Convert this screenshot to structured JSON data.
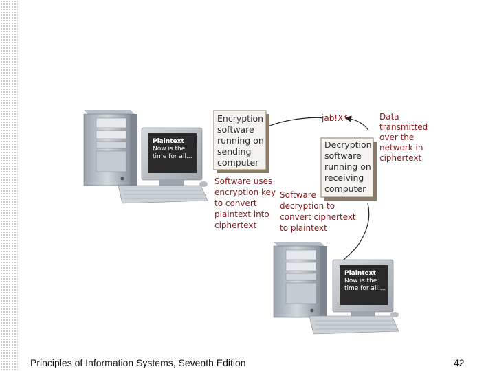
{
  "screen_top": {
    "title": "Plaintext",
    "lines": [
      "Now is the",
      "time for all..."
    ]
  },
  "screen_bottom": {
    "title": "Plaintext",
    "lines": [
      "Now is the",
      "time for all...."
    ]
  },
  "encryption_box": {
    "lines": [
      "Encryption",
      "software",
      "running on",
      "sending",
      "computer"
    ]
  },
  "decryption_box": {
    "lines": [
      "Decryption",
      "software",
      "running on",
      "receiving",
      "computer"
    ]
  },
  "cipher_sample": "jab!X*",
  "data_note": {
    "lines": [
      "Data",
      "transmitted",
      "over the",
      "network in",
      "ciphertext"
    ]
  },
  "encrypt_note": {
    "lines": [
      "Software uses",
      "encryption key",
      "to convert",
      "plaintext into",
      "ciphertext"
    ]
  },
  "decrypt_note": {
    "lines": [
      "Software",
      "decryption to",
      "convert ciphertext",
      "to plaintext"
    ]
  },
  "footer": {
    "title": "Principles of Information Systems, Seventh Edition",
    "page": "42"
  },
  "colors": {
    "note_red": "#8a1a1a",
    "box_shadow": "#8c7b66",
    "screen": "#2a2a2a"
  }
}
